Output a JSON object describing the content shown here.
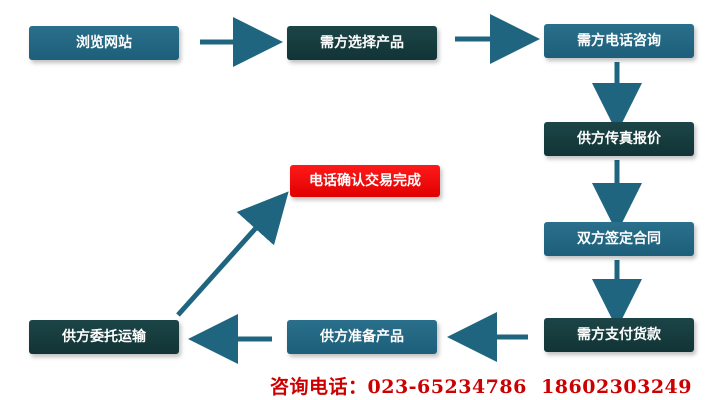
{
  "steps": {
    "browse": "浏览网站",
    "select": "需方选择产品",
    "consult": "需方电话咨询",
    "quote": "供方传真报价",
    "contract": "双方签定合同",
    "pay": "需方支付货款",
    "prepare": "供方准备产品",
    "ship": "供方委托运输",
    "confirm": "电话确认交易完成"
  },
  "contact": {
    "label": "咨询电话：",
    "phone1": "023-65234786",
    "phone2": "18602303249"
  },
  "colors": {
    "teal": "#1d5f7a",
    "dark": "#123436",
    "red": "#ff0000",
    "arrow": "#1f6580",
    "contact_text": "#cc0000"
  }
}
